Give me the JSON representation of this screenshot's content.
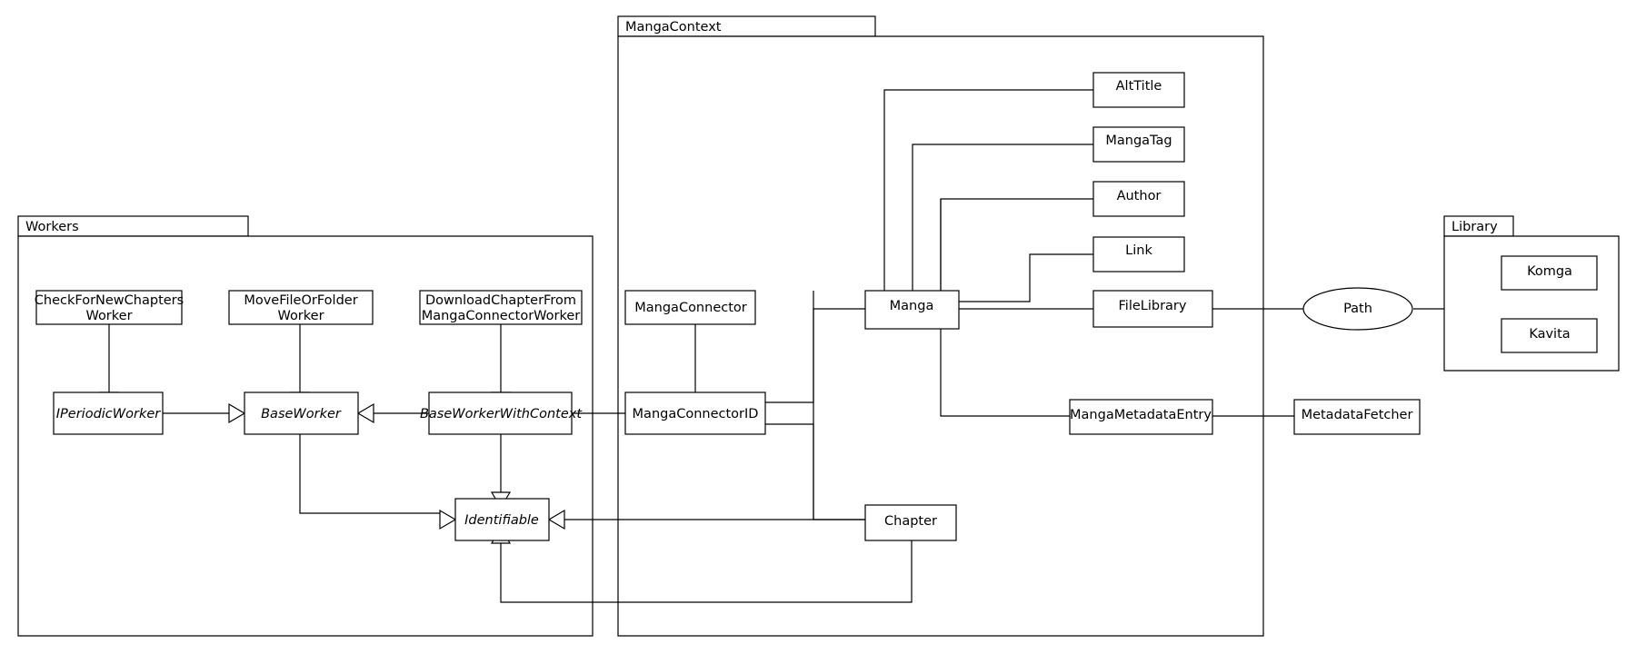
{
  "diagram": {
    "kind": "uml-class-diagram",
    "background_color": "#ffffff",
    "line_color": "#000000",
    "packages": [
      {
        "id": "workers",
        "label": "Workers"
      },
      {
        "id": "mangacontext",
        "label": "MangaContext"
      },
      {
        "id": "library",
        "label": "Library"
      }
    ],
    "classes": {
      "check_for_new_chapters_worker": {
        "line1": "CheckForNewChapters",
        "line2": "Worker"
      },
      "move_file_or_folder_worker": {
        "line1": "MoveFileOrFolder",
        "line2": "Worker"
      },
      "download_chapter_worker": {
        "line1": "DownloadChapterFrom",
        "line2": "MangaConnectorWorker"
      },
      "iperiodic_worker": {
        "line1": "IPeriodicWorker",
        "abstract": true
      },
      "base_worker": {
        "line1": "BaseWorker",
        "abstract": true
      },
      "base_worker_with_context": {
        "line1": "BaseWorkerWithContext",
        "abstract": true
      },
      "identifiable": {
        "line1": "Identifiable",
        "abstract": true
      },
      "manga_connector": {
        "line1": "MangaConnector"
      },
      "manga_connector_id": {
        "line1": "MangaConnectorID"
      },
      "manga": {
        "line1": "Manga"
      },
      "chapter": {
        "line1": "Chapter"
      },
      "alt_title": {
        "line1": "AltTitle"
      },
      "manga_tag": {
        "line1": "MangaTag"
      },
      "author": {
        "line1": "Author"
      },
      "link": {
        "line1": "Link"
      },
      "file_library": {
        "line1": "FileLibrary"
      },
      "manga_metadata_entry": {
        "line1": "MangaMetadataEntry"
      },
      "metadata_fetcher": {
        "line1": "MetadataFetcher"
      },
      "komga": {
        "line1": "Komga"
      },
      "kavita": {
        "line1": "Kavita"
      },
      "path": {
        "line1": "Path",
        "shape": "ellipse"
      }
    }
  }
}
